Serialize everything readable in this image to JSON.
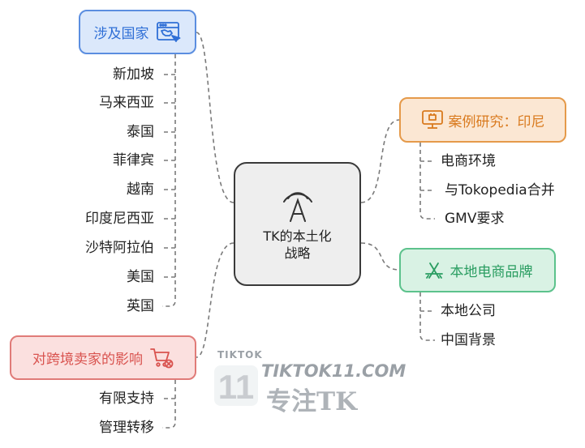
{
  "center": {
    "line1": "TK的本土化",
    "line2": "战略",
    "icon": "tiktok-a-icon"
  },
  "countries": {
    "label": "涉及国家",
    "icon": "browser-map-icon",
    "items": [
      "新加坡",
      "马来西亚",
      "泰国",
      "菲律宾",
      "越南",
      "印度尼西亚",
      "沙特阿拉伯",
      "美国",
      "英国"
    ]
  },
  "case_study": {
    "label": "案例研究：印尼",
    "icon": "monitor-icon",
    "items": [
      "电商环境",
      "与Tokopedia合并",
      "GMV要求"
    ]
  },
  "local_brand": {
    "label": "本地电商品牌",
    "icon": "app-store-icon",
    "items": [
      "本地公司",
      "中国背景"
    ]
  },
  "impact": {
    "label": "对跨境卖家的影响",
    "icon": "cart-remove-icon",
    "items": [
      "有限支持",
      "管理转移"
    ]
  },
  "watermark": {
    "small": "TIKTOK",
    "num": "11",
    "domain": "TIKTOK11.COM",
    "slogan": "专注TK"
  },
  "colors": {
    "blue": "#5b8ee0",
    "orange": "#e59a4a",
    "green": "#5cc28c",
    "red": "#e07b78",
    "center": "#3a3a3a"
  }
}
